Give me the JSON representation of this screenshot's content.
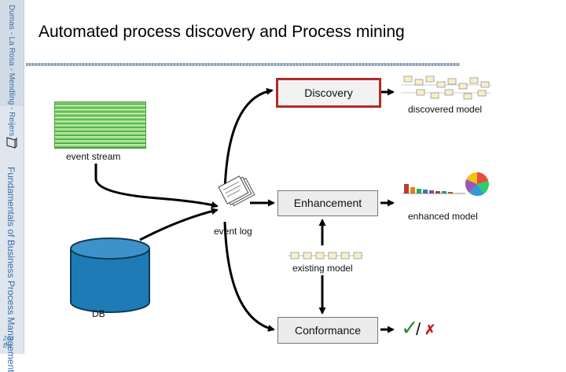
{
  "slide": {
    "title": "Automated process discovery and Process mining",
    "sidebar_top_text": "Dumas - La Rosa - Mendling - Reijers",
    "sidebar_book_text": "Fundamentals of Business Process Management",
    "edition": "2nd Ed."
  },
  "diagram": {
    "nodes": {
      "discovery": "Discovery",
      "enhancement": "Enhancement",
      "conformance": "Conformance"
    },
    "labels": {
      "discovered_model": "discovered model",
      "event_stream": "event stream",
      "enhanced_model": "enhanced model",
      "event_log": "event log",
      "existing_model": "existing model",
      "db": "DB"
    },
    "results": {
      "check": "✓",
      "separator": "/",
      "cross": "✗"
    },
    "colors": {
      "discovery_border": "#b22a2a",
      "db_fill": "#1f7ab5",
      "check": "#2f8a2a",
      "cross": "#c21c1c"
    }
  }
}
